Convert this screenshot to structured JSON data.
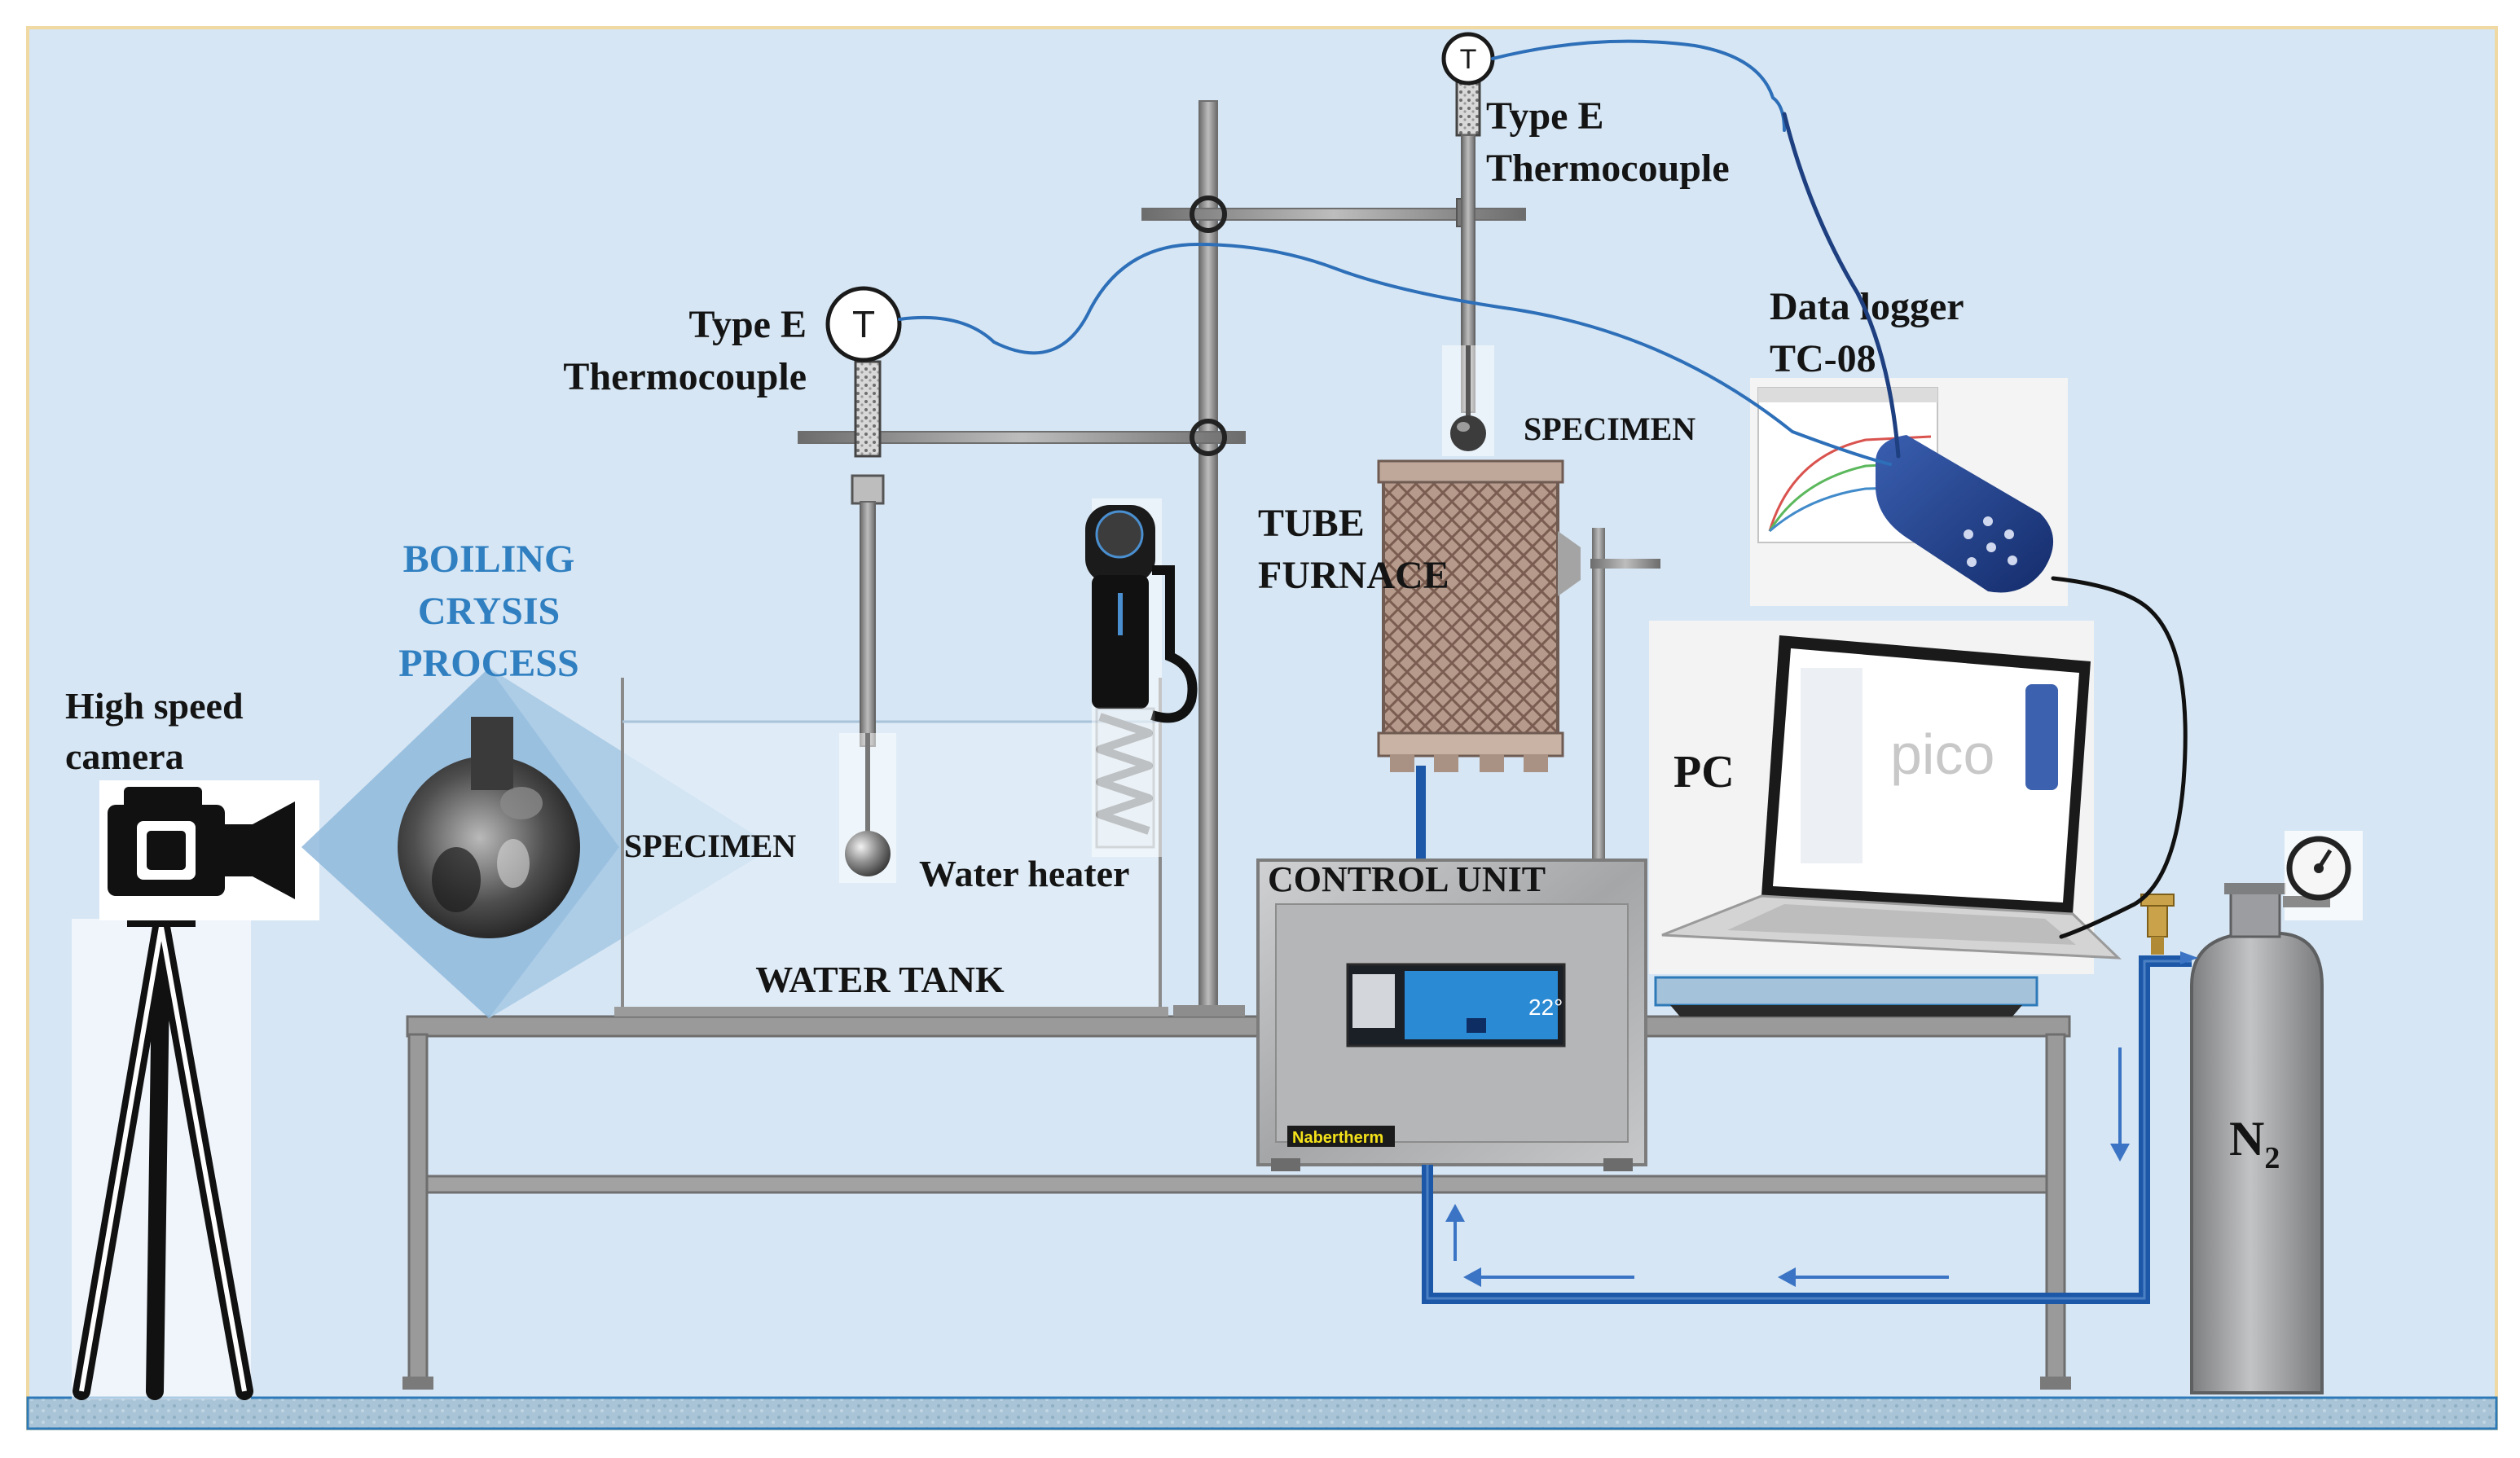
{
  "labels": {
    "thermocouple_top_line1": "Type E",
    "thermocouple_top_line2": "Thermocouple",
    "thermocouple_left_line1": "Type E",
    "thermocouple_left_line2": "Thermocouple",
    "thermocouple_symbol": "T",
    "data_logger_line1": "Data logger",
    "data_logger_line2": "TC-08",
    "specimen_furnace": "SPECIMEN",
    "specimen_tank": "SPECIMEN",
    "tube_furnace_line1": "TUBE",
    "tube_furnace_line2": "FURNACE",
    "boiling_line1": "BOILING",
    "boiling_line2": "CRYSIS",
    "boiling_line3": "PROCESS",
    "camera_line1": "High speed",
    "camera_line2": "camera",
    "water_heater": "Water heater",
    "water_tank": "WATER TANK",
    "control_unit": "CONTROL UNIT",
    "control_screen_temp": "22°",
    "control_brand": "Nabertherm",
    "pc": "PC",
    "pc_screen_brand": "pico",
    "nitrogen_main": "N",
    "nitrogen_sub": "2"
  },
  "colors": {
    "background": "#d6e6f4",
    "frame_border": "#f0d9a2",
    "frame_metal": "#909090",
    "gas_line": "#1c57a8",
    "thermocouple_wire": "#2d6fb8",
    "floor": "#a4c0d4",
    "label_blue": "#2f7fc1",
    "furnace_mesh": "#a58879",
    "cylinder": "#a3a4a6",
    "control_unit_metal": "#b7b9bb",
    "control_screen": "#2b8ad4",
    "brand_yellow": "#f4e21a"
  },
  "icons": {
    "camera": "video-camera-icon",
    "thermocouple": "thermometer-t-icon",
    "gauge": "pressure-gauge-icon",
    "data_logger": "data-logger-device-icon",
    "laptop": "laptop-icon",
    "heater": "immersion-heater-icon",
    "furnace": "tube-furnace-icon",
    "cylinder": "gas-cylinder-icon"
  }
}
